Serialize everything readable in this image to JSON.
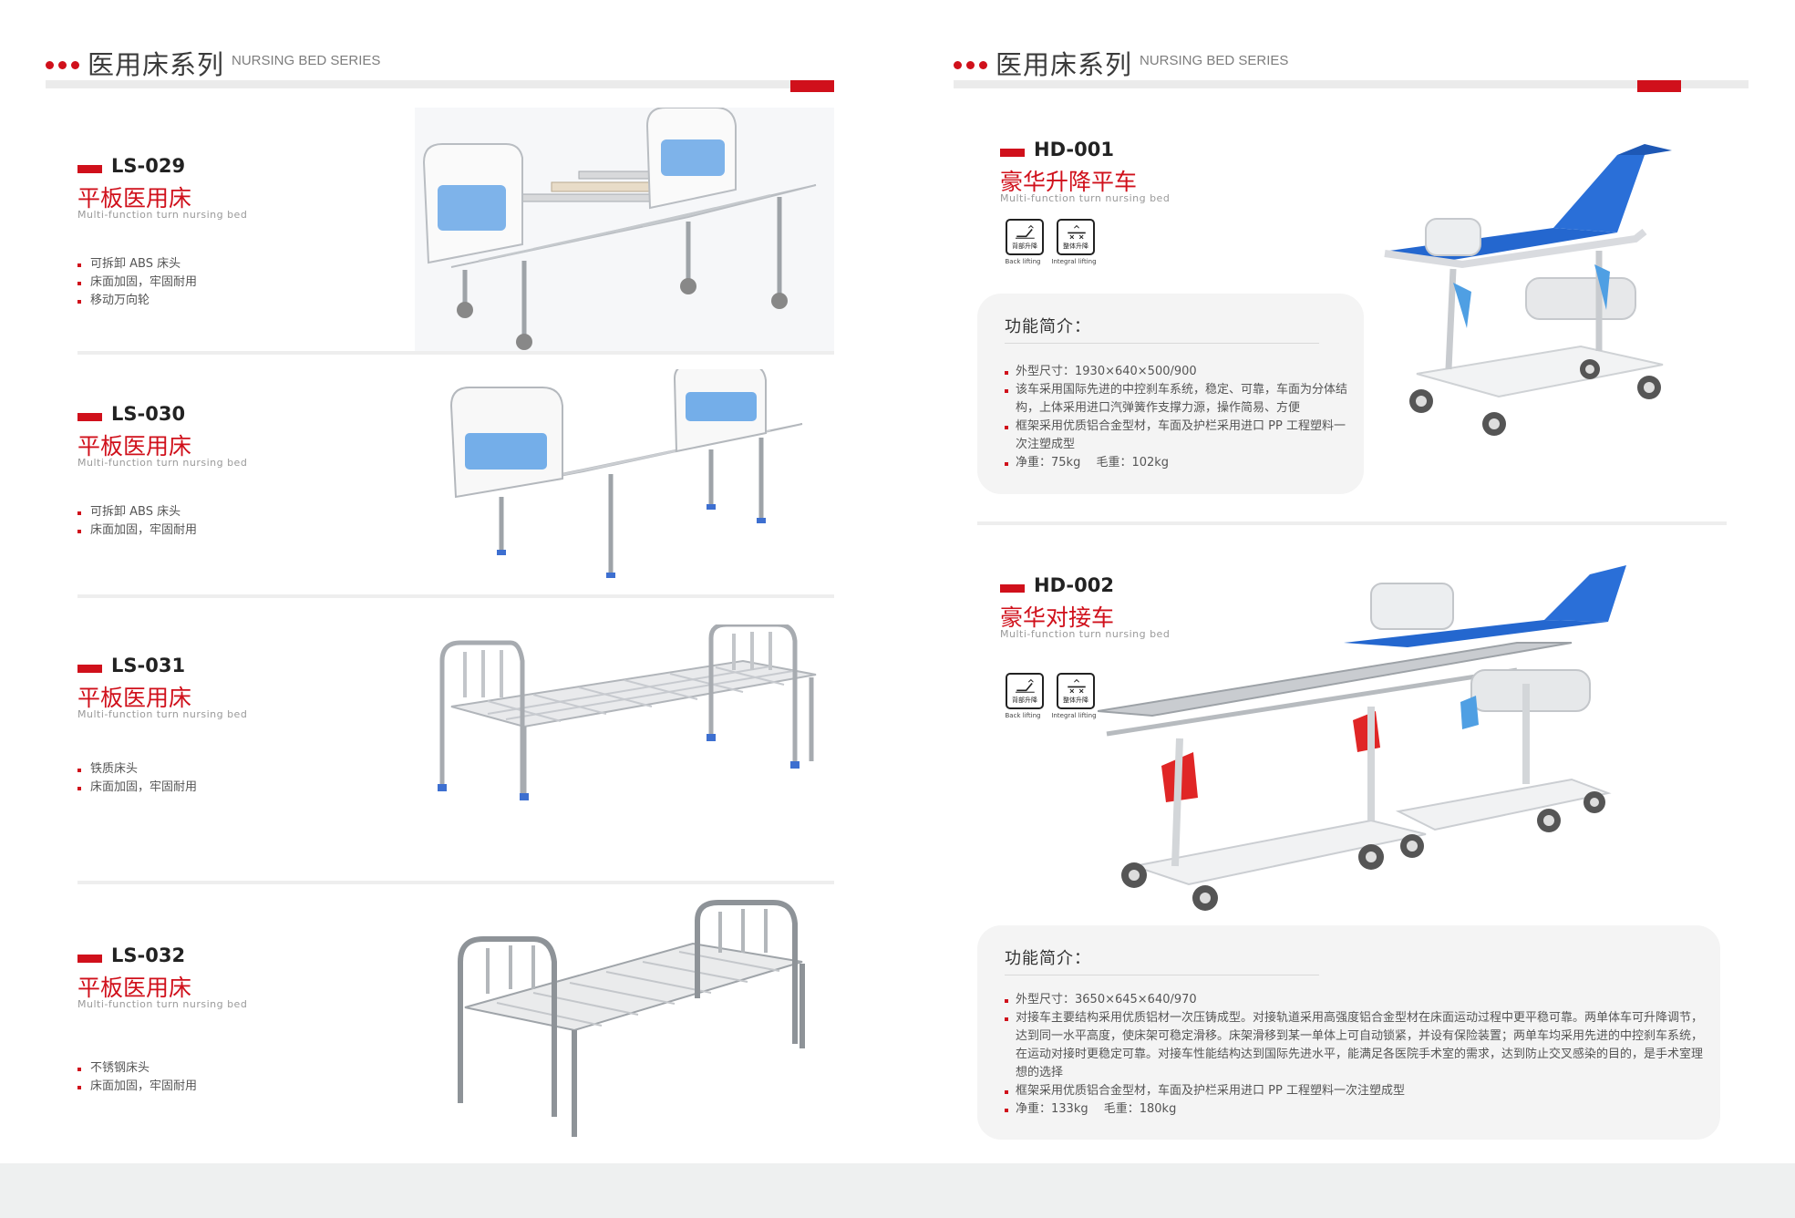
{
  "series": {
    "title_cn": "医用床系列",
    "title_en": "NURSING BED SERIES"
  },
  "left_products": [
    {
      "code": "LS-029",
      "name_cn": "平板医用床",
      "name_en": "Multi-function turn nursing bed",
      "features": [
        "可拆卸 ABS 床头",
        "床面加固，牢固耐用",
        "移动万向轮"
      ]
    },
    {
      "code": "LS-030",
      "name_cn": "平板医用床",
      "name_en": "Multi-function turn nursing bed",
      "features": [
        "可拆卸 ABS 床头",
        "床面加固，牢固耐用"
      ]
    },
    {
      "code": "LS-031",
      "name_cn": "平板医用床",
      "name_en": "Multi-function turn nursing bed",
      "features": [
        "铁质床头",
        "床面加固，牢固耐用"
      ]
    },
    {
      "code": "LS-032",
      "name_cn": "平板医用床",
      "name_en": "Multi-function turn nursing bed",
      "features": [
        "不锈钢床头",
        "床面加固，牢固耐用"
      ]
    }
  ],
  "right_products": [
    {
      "code": "HD-001",
      "name_cn": "豪华升降平车",
      "name_en": "Multi-function turn nursing bed",
      "icons": [
        {
          "icon": "back-lifting-icon",
          "label_cn": "背部升降",
          "caption": "Back lifting"
        },
        {
          "icon": "integral-lifting-icon",
          "label_cn": "整体升降",
          "caption": "Integral lifting"
        }
      ],
      "intro_title": "功能简介：",
      "intro_items": [
        "外型尺寸：1930×640×500/900",
        "该车采用国际先进的中控刹车系统，稳定、可靠，车面为分体结构，上体采用进口汽弹簧作支撑力源，操作简易、方便",
        "框架采用优质铝合金型材，车面及护栏采用进口 PP 工程塑料一次注塑成型",
        "净重：75kg　 毛重：102kg"
      ]
    },
    {
      "code": "HD-002",
      "name_cn": "豪华对接车",
      "name_en": "Multi-function turn nursing bed",
      "icons": [
        {
          "icon": "back-lifting-icon",
          "label_cn": "背部升降",
          "caption": "Back lifting"
        },
        {
          "icon": "integral-lifting-icon",
          "label_cn": "整体升降",
          "caption": "Integral lifting"
        }
      ],
      "intro_title": "功能简介：",
      "intro_items": [
        "外型尺寸：3650×645×640/970",
        "对接车主要结构采用优质铝材一次压铸成型。对接轨道采用高强度铝合金型材在床面运动过程中更平稳可靠。两单体车可升降调节，达到同一水平高度，使床架可稳定滑移。床架滑移到某一单体上可自动锁紧，并设有保险装置；两单车均采用先进的中控刹车系统，在运动对接时更稳定可靠。对接车性能结构达到国际先进水平，能满足各医院手术室的需求，达到防止交叉感染的目的，是手术室理想的选择",
        "框架采用优质铝合金型材，车面及护栏采用进口 PP 工程塑料一次注塑成型",
        "净重：133kg　 毛重：180kg"
      ]
    }
  ],
  "colors": {
    "accent_red": "#d0101b",
    "bed_blue": "#6aa7e0",
    "stretcher_blue": "#1f5fc8"
  }
}
